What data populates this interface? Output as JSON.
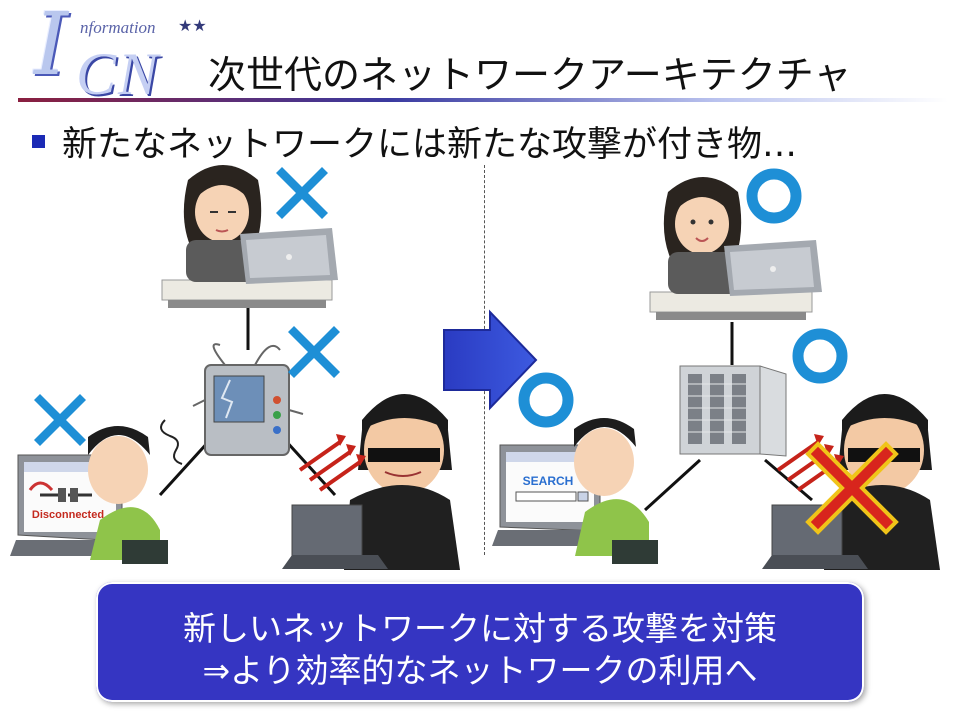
{
  "logo": {
    "big_letter": "I",
    "subtitle": "nformation",
    "stars": "★★",
    "letters": "CN"
  },
  "slide": {
    "title": "次世代のネットワークアーキテクチャ",
    "bullet": "新たなネットワークには新たな攻撃が付き物…"
  },
  "left_panel": {
    "laptop_screen_label": "Disconnected"
  },
  "right_panel": {
    "laptop_screen_label": "SEARCH"
  },
  "summary": {
    "line1": "新しいネットワークに対する攻撃を対策",
    "line2": "⇒より効率的なネットワークの利用へ"
  },
  "colors": {
    "accent_blue": "#3535c2",
    "x_mark": "#1e8fd6",
    "o_mark": "#1e8fd6",
    "red_x": "#d8251d"
  }
}
